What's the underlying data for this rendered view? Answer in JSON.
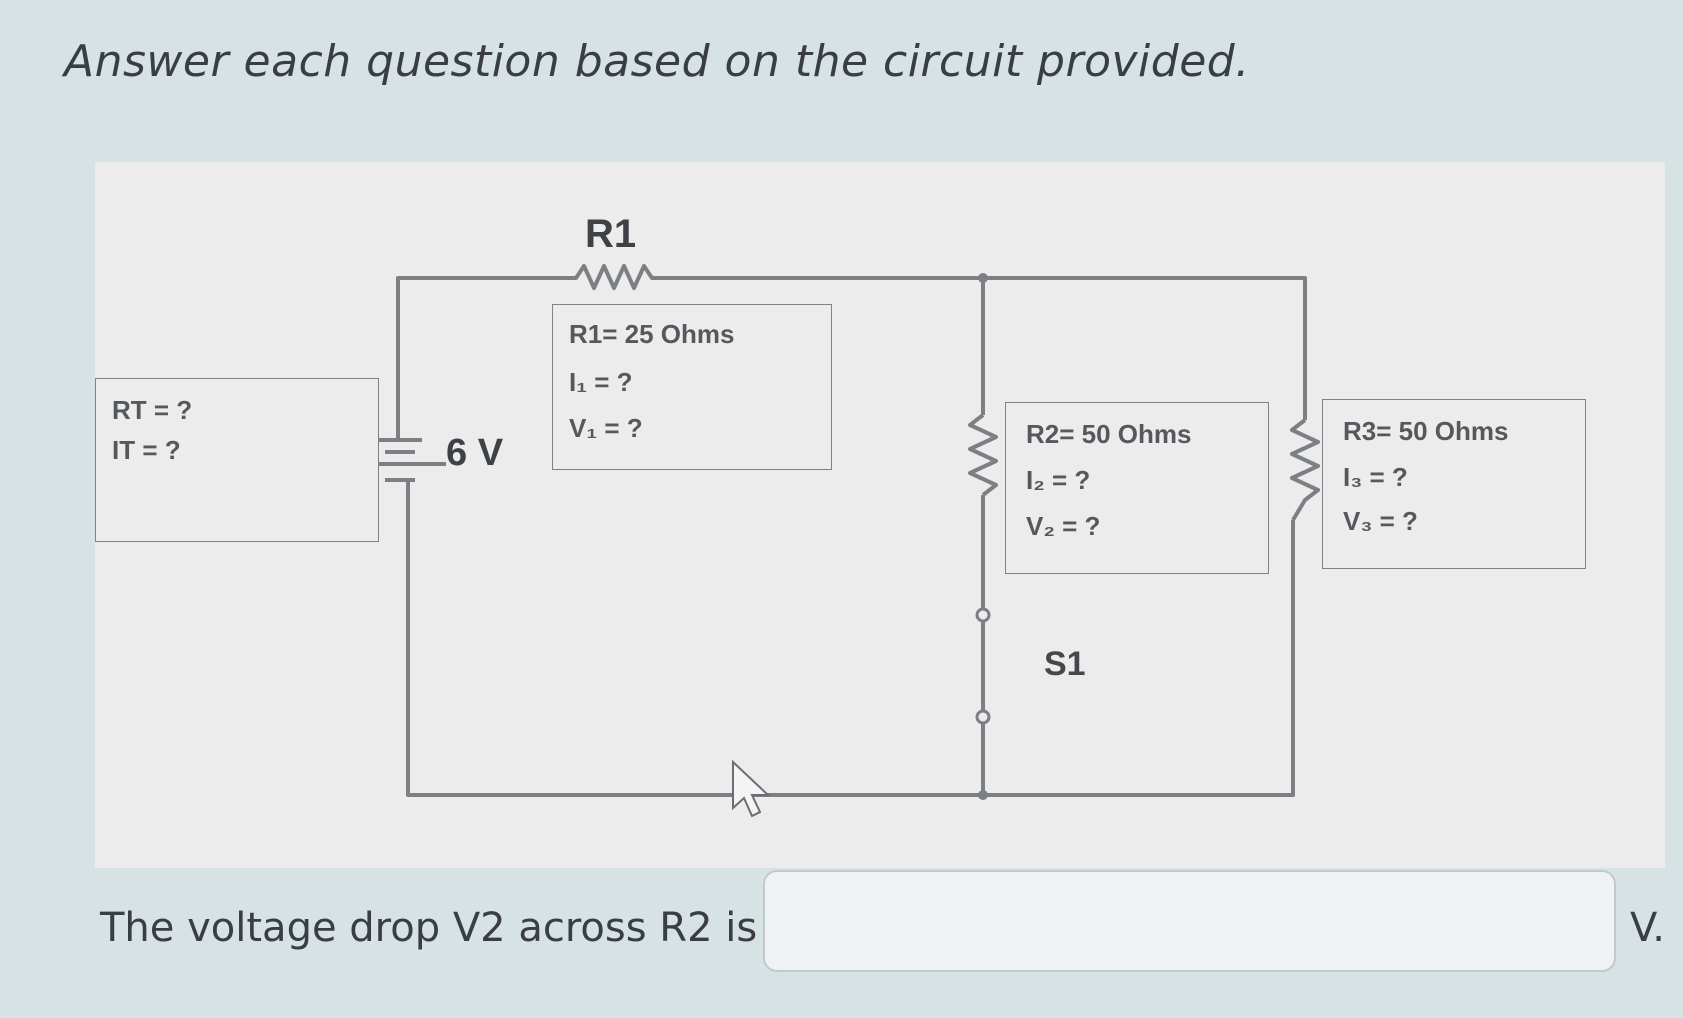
{
  "page": {
    "title": "Answer each question based on the circuit provided."
  },
  "circuit": {
    "r1_label": "R1",
    "battery_label": "6 V",
    "switch_label": "S1",
    "total_box": {
      "line1": "RT = ?",
      "line2": "IT = ?"
    },
    "r1_box": {
      "line1": "R1=  25 Ohms",
      "line2": "I₁ = ?",
      "line3": "V₁ = ?"
    },
    "r2_box": {
      "line1": "R2= 50 Ohms",
      "line2": "I₂ = ?",
      "line3": "V₂ = ?"
    },
    "r3_box": {
      "line1": "R3= 50 Ohms",
      "line2": "I₃ = ?",
      "line3": "V₃ = ?"
    },
    "wire_color": "#7c7f84"
  },
  "question": {
    "text": "The voltage drop V2 across R2 is",
    "input_value": "",
    "unit": "V."
  }
}
